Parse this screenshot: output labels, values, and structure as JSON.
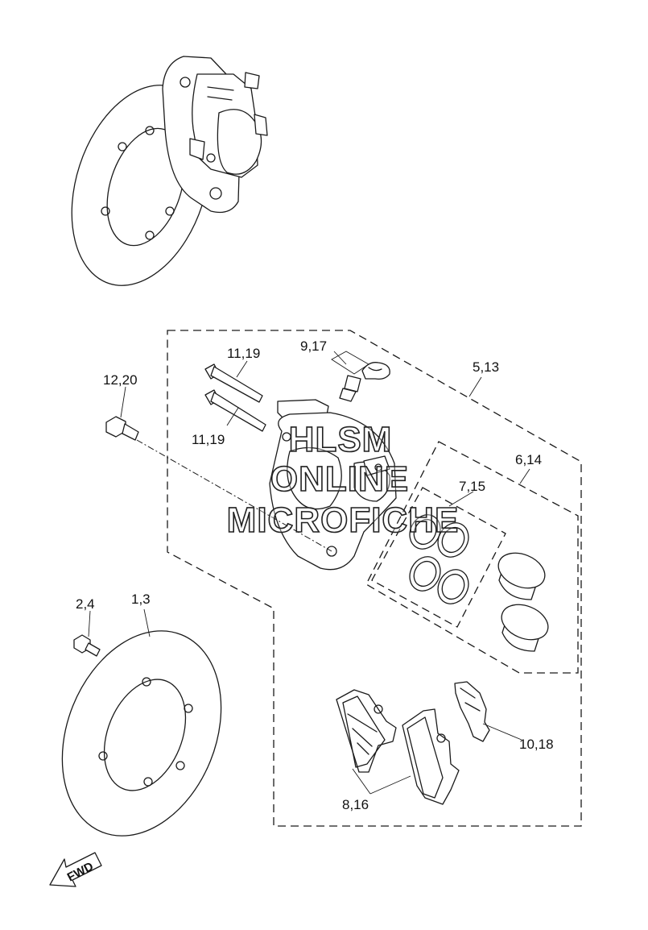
{
  "labels": {
    "disc_assembly": "1,3",
    "disc_bolt": "2,4",
    "caliper_assembly": "5,13",
    "piston_seal_kit": "6,14",
    "seal_kit": "7,15",
    "pad_kit": "8,16",
    "bleed_screw": "9,17",
    "pad_spring": "10,18",
    "pin_upper": "11,19",
    "pin_lower": "11,19",
    "caliper_bolt": "12,20"
  },
  "watermark": {
    "line1": "HLSM",
    "line2": "ONLINE",
    "line3": "MICROFICHE"
  },
  "direction": {
    "text": "FWD"
  }
}
